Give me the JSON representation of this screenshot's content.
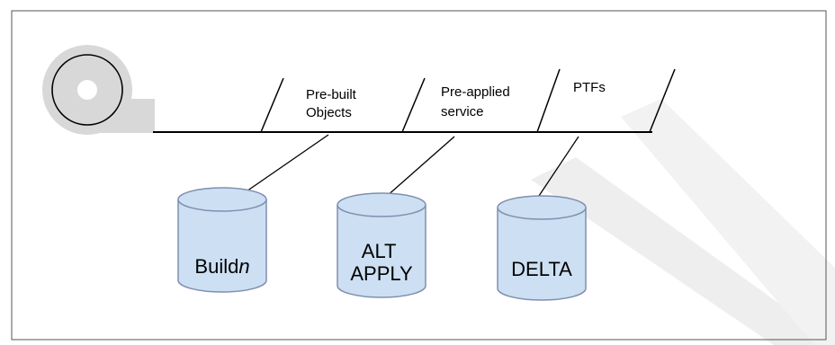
{
  "diagram": {
    "segments": [
      {
        "id": "prebuilt",
        "lines": [
          "Pre-built",
          "Objects"
        ]
      },
      {
        "id": "preapplied",
        "lines": [
          "Pre-applied",
          "service"
        ]
      },
      {
        "id": "ptfs",
        "lines": [
          "PTFs"
        ]
      }
    ],
    "databases": [
      {
        "id": "build",
        "prefix": "Build",
        "suffix": "n",
        "lines": []
      },
      {
        "id": "altapply",
        "lines": [
          "ALT",
          "APPLY"
        ]
      },
      {
        "id": "delta",
        "lines": [
          "DELTA"
        ]
      }
    ],
    "colors": {
      "tape": "#d8d8d8",
      "cylinder_fill": "#cddff2",
      "cylinder_stroke": "#7f8fb0",
      "watermark": "#eeeeee",
      "frame": "#555555"
    }
  }
}
